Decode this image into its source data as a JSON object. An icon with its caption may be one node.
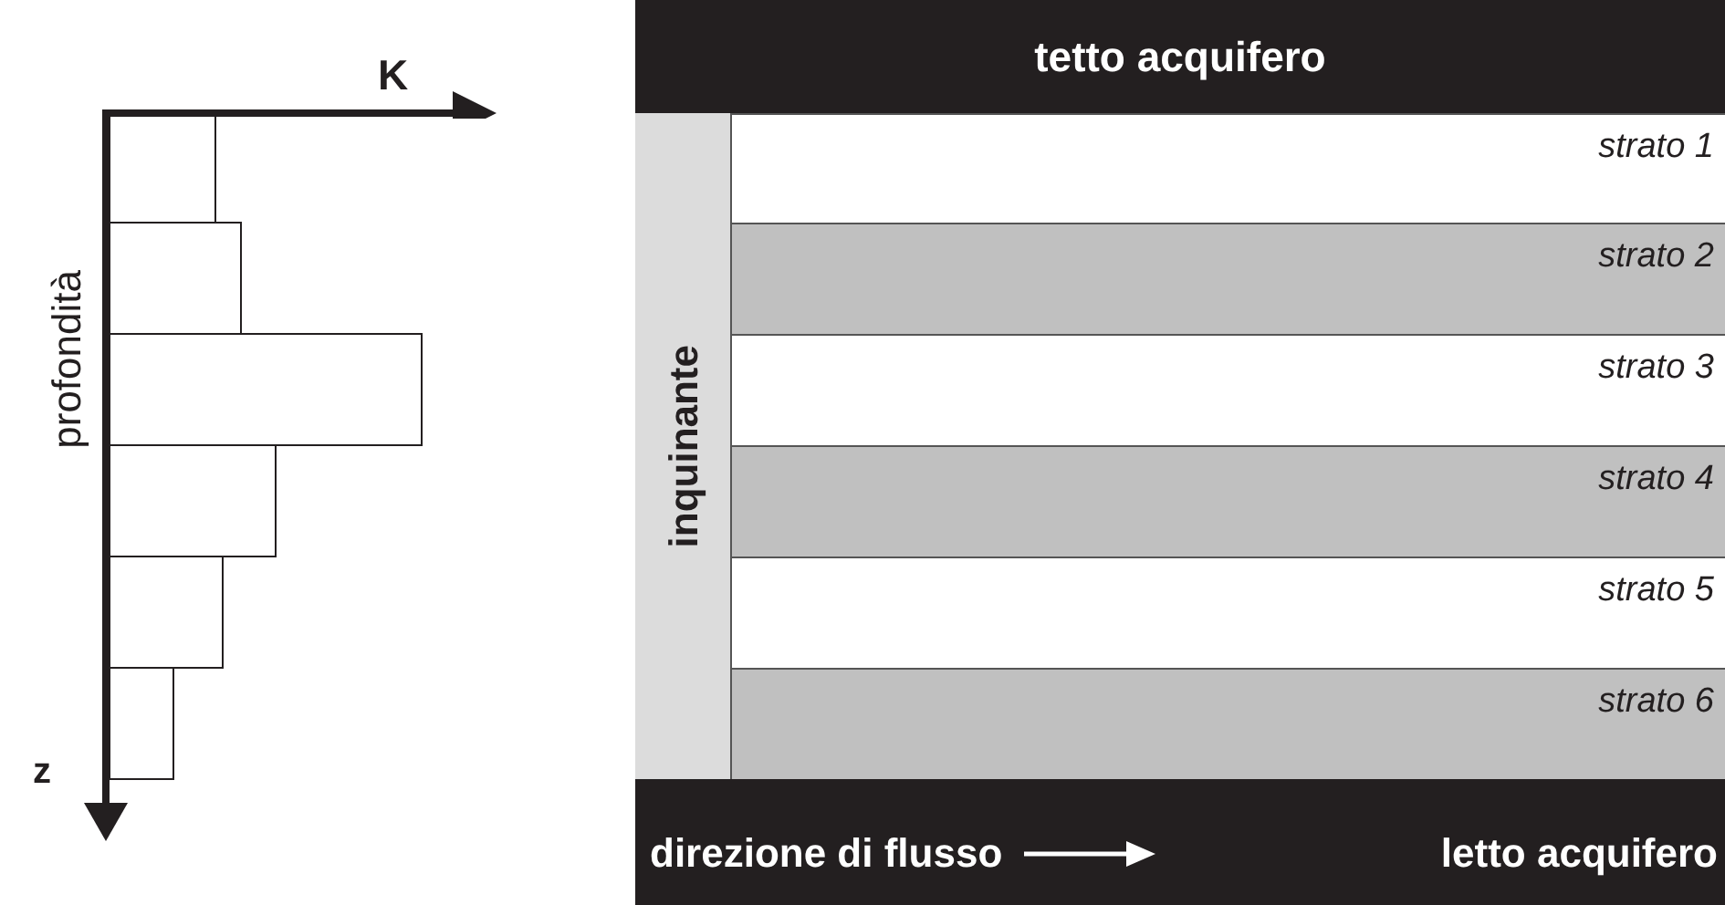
{
  "diagram": {
    "nodes": [
      {
        "text": [
          "tetto acquifero"
        ]
      },
      {
        "text": [
          "inquinante"
        ]
      },
      {
        "text": [
          "strato 1"
        ]
      },
      {
        "text": [
          "strato 2"
        ]
      },
      {
        "text": [
          "strato 3"
        ]
      },
      {
        "text": [
          "strato 4"
        ]
      },
      {
        "text": [
          "strato 5"
        ]
      },
      {
        "text": [
          "strato 6"
        ]
      },
      {
        "text": [
          "direzione di flusso",
          "letto acquifero"
        ]
      }
    ],
    "labels": [
      "K",
      "profondità",
      "z"
    ]
  }
}
